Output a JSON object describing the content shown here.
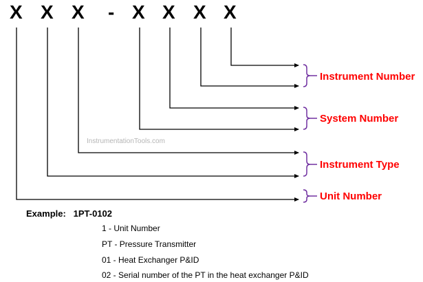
{
  "code_characters": [
    "X",
    "X",
    "X",
    "-",
    "X",
    "X",
    "X",
    "X"
  ],
  "labels": [
    {
      "text": "Instrument Number"
    },
    {
      "text": "System Number"
    },
    {
      "text": "Instrument Type"
    },
    {
      "text": "Unit Number"
    }
  ],
  "watermark": "InstrumentationTools.com",
  "example_title": "Example:   1PT-0102",
  "legend": [
    "1   - Unit Number",
    "PT - Pressure Transmitter",
    "01 - Heat Exchanger P&ID",
    "02 - Serial number of the PT in the heat exchanger P&ID"
  ],
  "colors": {
    "label_red": "#ff0000",
    "brace_purple": "#7030a0",
    "line_black": "#000000"
  }
}
